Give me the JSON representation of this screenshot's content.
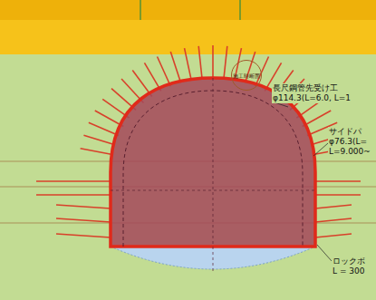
{
  "diagram": {
    "nodes": [
      {
        "text": [
          "施工時断面"
        ]
      }
    ],
    "labels": [
      "長尺鋼管先受け工",
      "φ114.3(L=6.0, L=1",
      "サイドパ",
      "φ76.3(L=",
      "L=9.000~",
      "ロックボ",
      "L = 300"
    ]
  }
}
